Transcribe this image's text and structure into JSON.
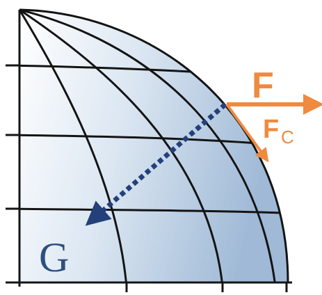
{
  "diagram": {
    "labels": {
      "force": "F",
      "centripetal_main": "F",
      "centripetal_sub": "C",
      "gravity": "G"
    },
    "colors": {
      "force_orange": "#ef8a3f",
      "gravity_blue": "#23407a",
      "grid_line": "#141414",
      "fill_light": "#eef3f8",
      "fill_dark": "#a6bfd9"
    }
  }
}
